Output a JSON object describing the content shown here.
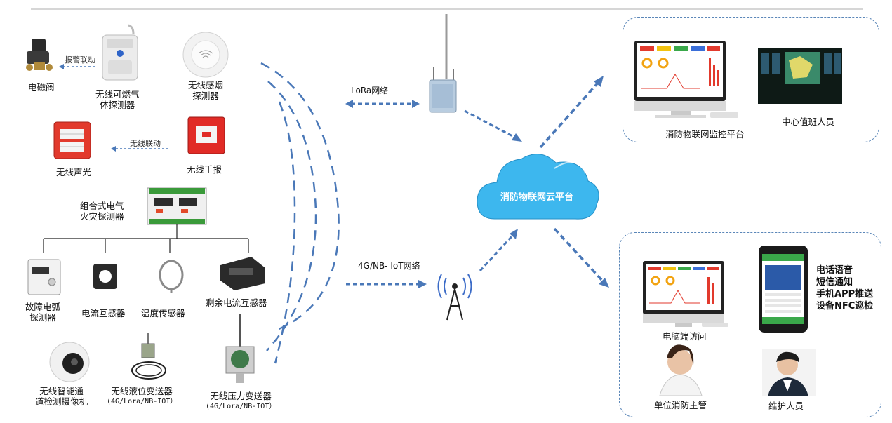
{
  "devices": {
    "solenoid_valve": "电磁阀",
    "gas_detector": [
      "无线可燃气",
      "体探测器"
    ],
    "smoke_detector": [
      "无线感烟",
      "探测器"
    ],
    "alarm_link": "报警联动",
    "wireless_link": "无线联动",
    "sound_light": "无线声光",
    "manual_alarm": "无线手报",
    "electrical_fire": [
      "组合式电气",
      "火灾探测器"
    ],
    "arc_detector": [
      "故障电弧",
      "探测器"
    ],
    "current_transformer": "电流互感器",
    "temp_sensor": "温度传感器",
    "residual_current": "剩余电流互感器",
    "camera": [
      "无线智能通",
      "道检测摄像机"
    ],
    "level_transmitter": [
      "无线液位变送器",
      "(4G/Lora/NB-IOT）"
    ],
    "pressure_transmitter": [
      "无线压力变送器",
      "(4G/Lora/NB-IOT）"
    ]
  },
  "network": {
    "lora": "LoRa网络",
    "iot": "4G/NB- IoT网络",
    "cloud": "消防物联网云平台"
  },
  "platform": {
    "monitor": "消防物联网监控平台",
    "duty_staff": "中心值班人员"
  },
  "access": {
    "pc": "电脑端访问",
    "manager": "单位消防主管",
    "maintenance": "维护人员",
    "notify": [
      "电话语音",
      "短信通知",
      "手机APP推送",
      "设备NFC巡检"
    ]
  },
  "colors": {
    "arrow": "#4a78b8",
    "cloud": "#3db7ee",
    "panel_border": "#5a86b8"
  }
}
